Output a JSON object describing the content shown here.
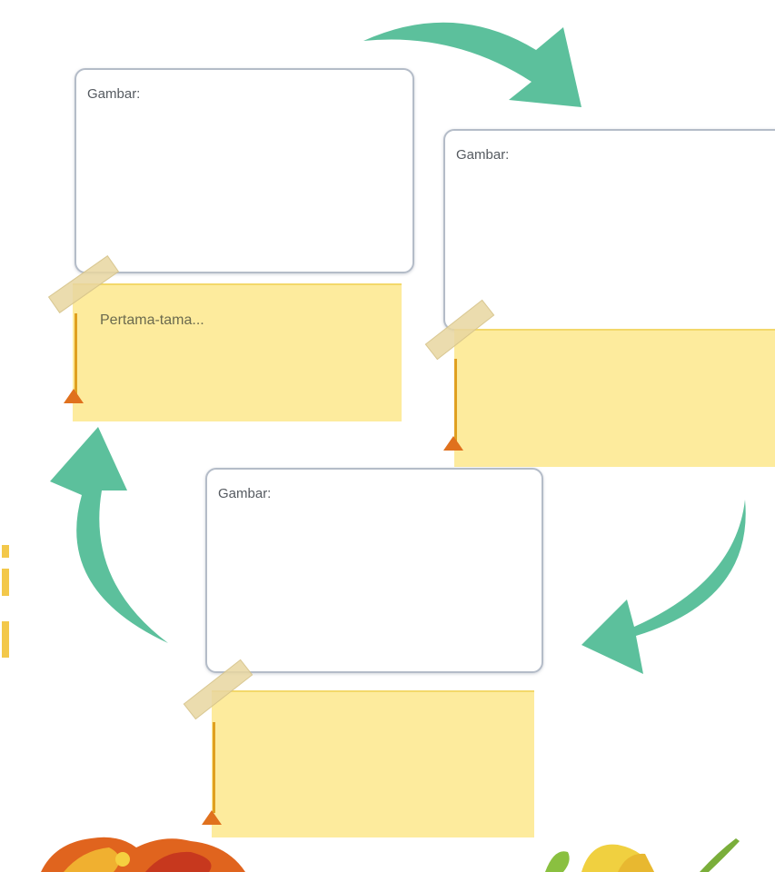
{
  "cards": [
    {
      "label": "Gambar:"
    },
    {
      "label": "Gambar:"
    },
    {
      "label": "Gambar:"
    }
  ],
  "notes": [
    {
      "text": "Pertama-tama..."
    },
    {
      "text": ""
    },
    {
      "text": ""
    }
  ],
  "colors": {
    "arrow": "#5cc09c",
    "note": "#fdeb9d",
    "card_border": "#b4bcc8",
    "pin": "#e0711e"
  }
}
